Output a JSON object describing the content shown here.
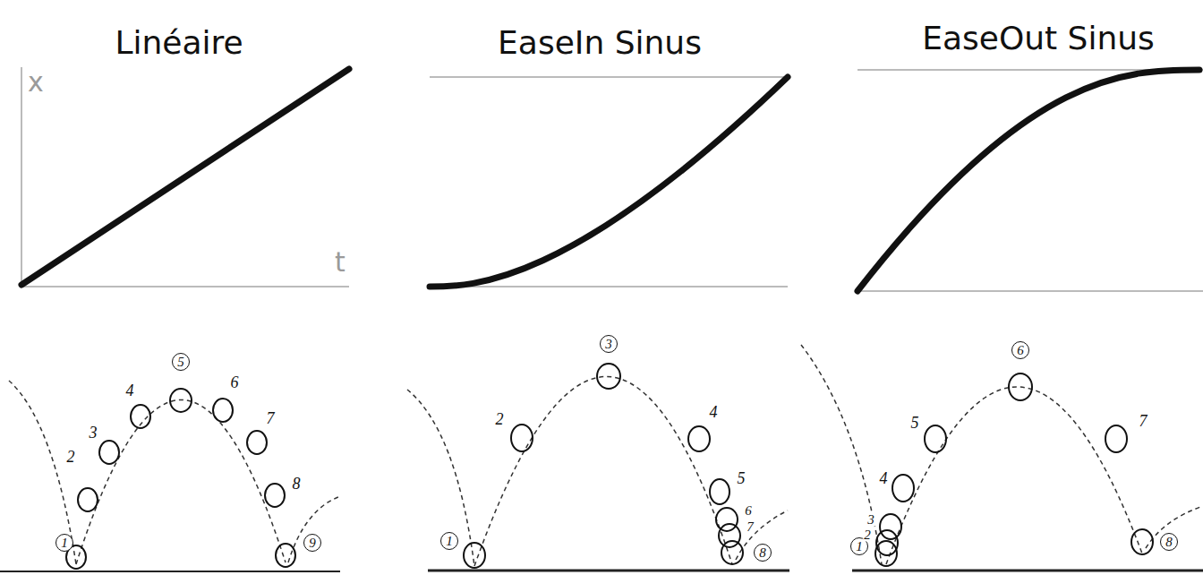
{
  "diagram": {
    "labels": [
      "Linéaire",
      "EaseIn Sinus",
      "EaseOut Sinus",
      "x",
      "t",
      "1",
      "2",
      "3",
      "4",
      "5",
      "6",
      "7",
      "8",
      "9",
      "1",
      "2",
      "3",
      "4",
      "5",
      "6",
      "7",
      "8",
      "1",
      "2",
      "3",
      "4",
      "5",
      "6",
      "7",
      "8"
    ]
  }
}
